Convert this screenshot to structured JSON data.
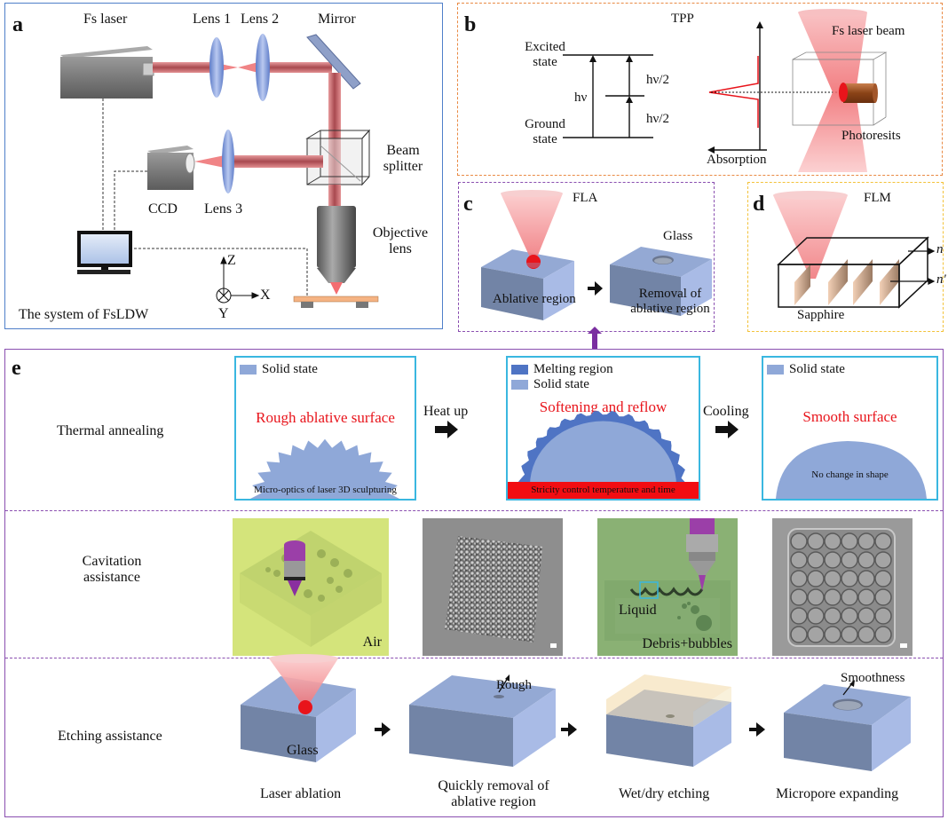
{
  "figure": {
    "panel_a": {
      "letter": "a",
      "labels": {
        "fs_laser": "Fs laser",
        "lens1": "Lens 1",
        "lens2": "Lens 2",
        "mirror": "Mirror",
        "beam_splitter_line1": "Beam",
        "beam_splitter_line2": "splitter",
        "ccd": "CCD",
        "lens3": "Lens 3",
        "objective_line1": "Objective",
        "objective_line2": "lens",
        "axis_z": "Z",
        "axis_x": "X",
        "axis_y": "Y",
        "caption": "The system of FsLDW"
      }
    },
    "panel_b": {
      "letter": "b",
      "title": "TPP",
      "excited_line1": "Excited",
      "excited_line2": "state",
      "ground_line1": "Ground",
      "ground_line2": "state",
      "hv": "hν",
      "hv_half_top": "hν/2",
      "hv_half_bottom": "hν/2",
      "absorption": "Absorption",
      "beam": "Fs laser beam",
      "photoresist": "Photoresits"
    },
    "panel_c": {
      "letter": "c",
      "title": "FLA",
      "glass": "Glass",
      "ablative": "Ablative region",
      "removal_line1": "Removal of",
      "removal_line2": "ablative region"
    },
    "panel_d": {
      "letter": "d",
      "title": "FLM",
      "n": "n",
      "n_prime": "n′",
      "sapphire": "Sapphire"
    },
    "panel_e": {
      "letter": "e",
      "rows": {
        "thermal": {
          "label": "Thermal annealing",
          "stage1": {
            "legend": [
              "Solid state"
            ],
            "title": "Rough ablative surface",
            "caption": "Micro-optics of laser 3D sculpturing"
          },
          "arrow1": "Heat up",
          "stage2": {
            "legend": [
              "Melting region",
              "Solid state"
            ],
            "title": "Softening and reflow",
            "caption": "Stricity control temperature and time"
          },
          "arrow2": "Cooling",
          "stage3": {
            "legend": [
              "Solid state"
            ],
            "title": "Smooth surface",
            "caption": "No change in shape"
          }
        },
        "cavitation": {
          "label_line1": "Cavitation",
          "label_line2": "assistance",
          "air": "Air",
          "liquid": "Liquid",
          "debris": "Debris+bubbles"
        },
        "etching": {
          "label": "Etching assistance",
          "glass": "Glass",
          "rough": "Rough",
          "smoothness": "Smoothness",
          "steps": [
            "Laser ablation",
            "Quickly removal of",
            "ablative region",
            "Wet/dry etching",
            "Micropore expanding"
          ]
        }
      }
    },
    "colors": {
      "panel_a_border": "#4f7fc9",
      "panel_b_border": "#e98a44",
      "panel_c_border": "#8a4fb0",
      "panel_d_border": "#f3c23a",
      "stage_border": "#3ab7e0",
      "solid_state": "#8fa8d8",
      "melting_region": "#4f74c4",
      "highlight_red": "#e8141b",
      "laser_beam": "#b85a5e",
      "glass_top": "#94a9d4",
      "glass_front": "#7284a6",
      "glass_side": "#a9bbe6"
    }
  }
}
